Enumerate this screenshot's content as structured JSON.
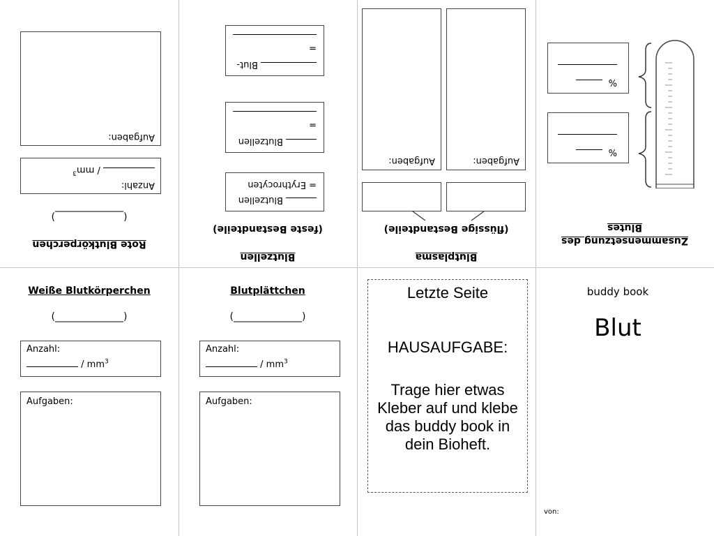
{
  "panel_rote": {
    "title": "Rote Blutkörperchen",
    "paren": "(______________)",
    "count_label": "Anzahl:",
    "count_unit": "/ mm",
    "unit_exp": "3",
    "tasks_label": "Aufgaben:"
  },
  "panel_blutzellen": {
    "title": "Blutzellen",
    "subtitle": "(feste Bestandteile)",
    "line1_label": "Blutzellen",
    "line1_eq": "= Erythrocyten",
    "line2_label": "Blutzellen",
    "line2_eq": "=",
    "line3_label": "Blut-",
    "line3_eq": "="
  },
  "panel_plasma": {
    "title": "Blutplasma",
    "subtitle": "(flüssige Bestandteile)",
    "tasks_left": "Aufgaben:",
    "tasks_right": "Aufgaben:"
  },
  "panel_zusammensetzung": {
    "title_line1": "Zusammensetzung des",
    "title_line2": "Blutes",
    "percent1": "%",
    "percent2": "%"
  },
  "panel_weisse": {
    "title": "Weiße Blutkörperchen",
    "paren": "(______________)",
    "count_label": "Anzahl:",
    "count_unit": "/ mm",
    "unit_exp": "3",
    "tasks_label": "Aufgaben:"
  },
  "panel_plaettchen": {
    "title": "Blutplättchen",
    "paren": "(______________)",
    "count_label": "Anzahl:",
    "count_unit": "/ mm",
    "unit_exp": "3",
    "tasks_label": "Aufgaben:"
  },
  "panel_letzte": {
    "heading": "Letzte Seite",
    "hausaufgabe": "HAUSAUFGABE:",
    "instruction": "Trage hier etwas Kleber auf und klebe das buddy book in dein Bioheft."
  },
  "panel_cover": {
    "subtitle": "buddy book",
    "title": "Blut",
    "from_label": "von:"
  }
}
